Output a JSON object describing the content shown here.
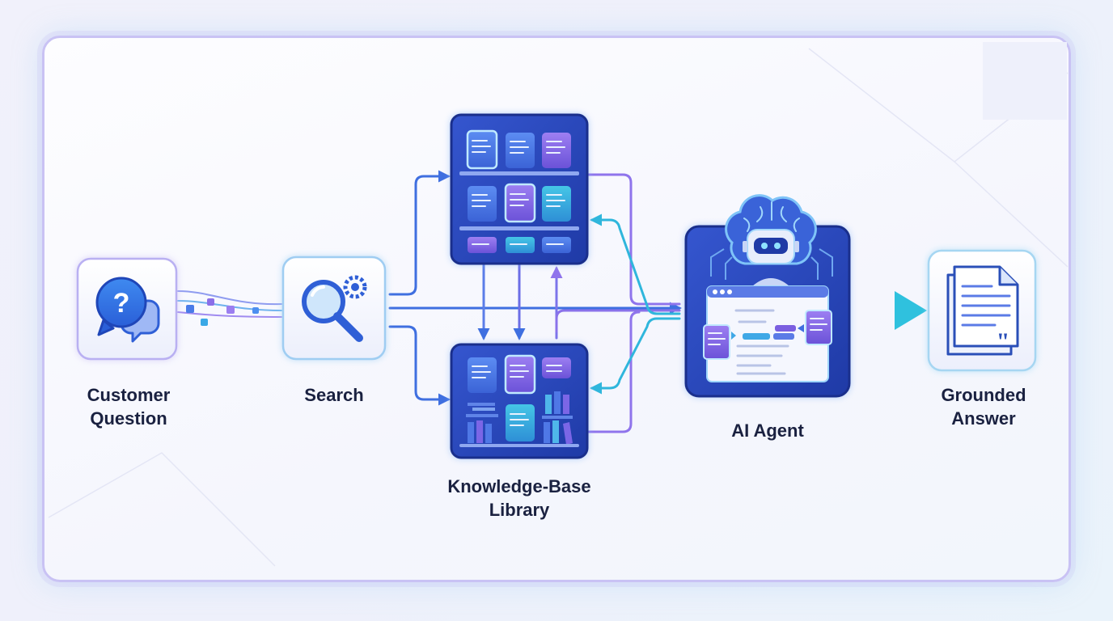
{
  "nodes": {
    "customer_question": {
      "line1": "Customer",
      "line2": "Question"
    },
    "search": {
      "label": "Search"
    },
    "knowledge_base": {
      "line1": "Knowledge-Base",
      "line2": "Library"
    },
    "ai_agent": {
      "label": "AI Agent"
    },
    "grounded_answer": {
      "line1": "Grounded",
      "line2": "Answer"
    }
  },
  "icons": {
    "question": "question-chat-icon",
    "search": "magnifier-gear-icon",
    "doc_shelf": "document-shelf-icon",
    "library": "library-books-icon",
    "agent": "robot-brain-icon",
    "answer": "quoted-document-icon"
  },
  "colors": {
    "accent_blue": "#3f6fe0",
    "accent_purple": "#9b7ef0",
    "accent_cyan": "#2fc1de",
    "node_dark": "#2747b8",
    "label_text": "#1a2140",
    "frame_border": "#c9c2f4"
  }
}
